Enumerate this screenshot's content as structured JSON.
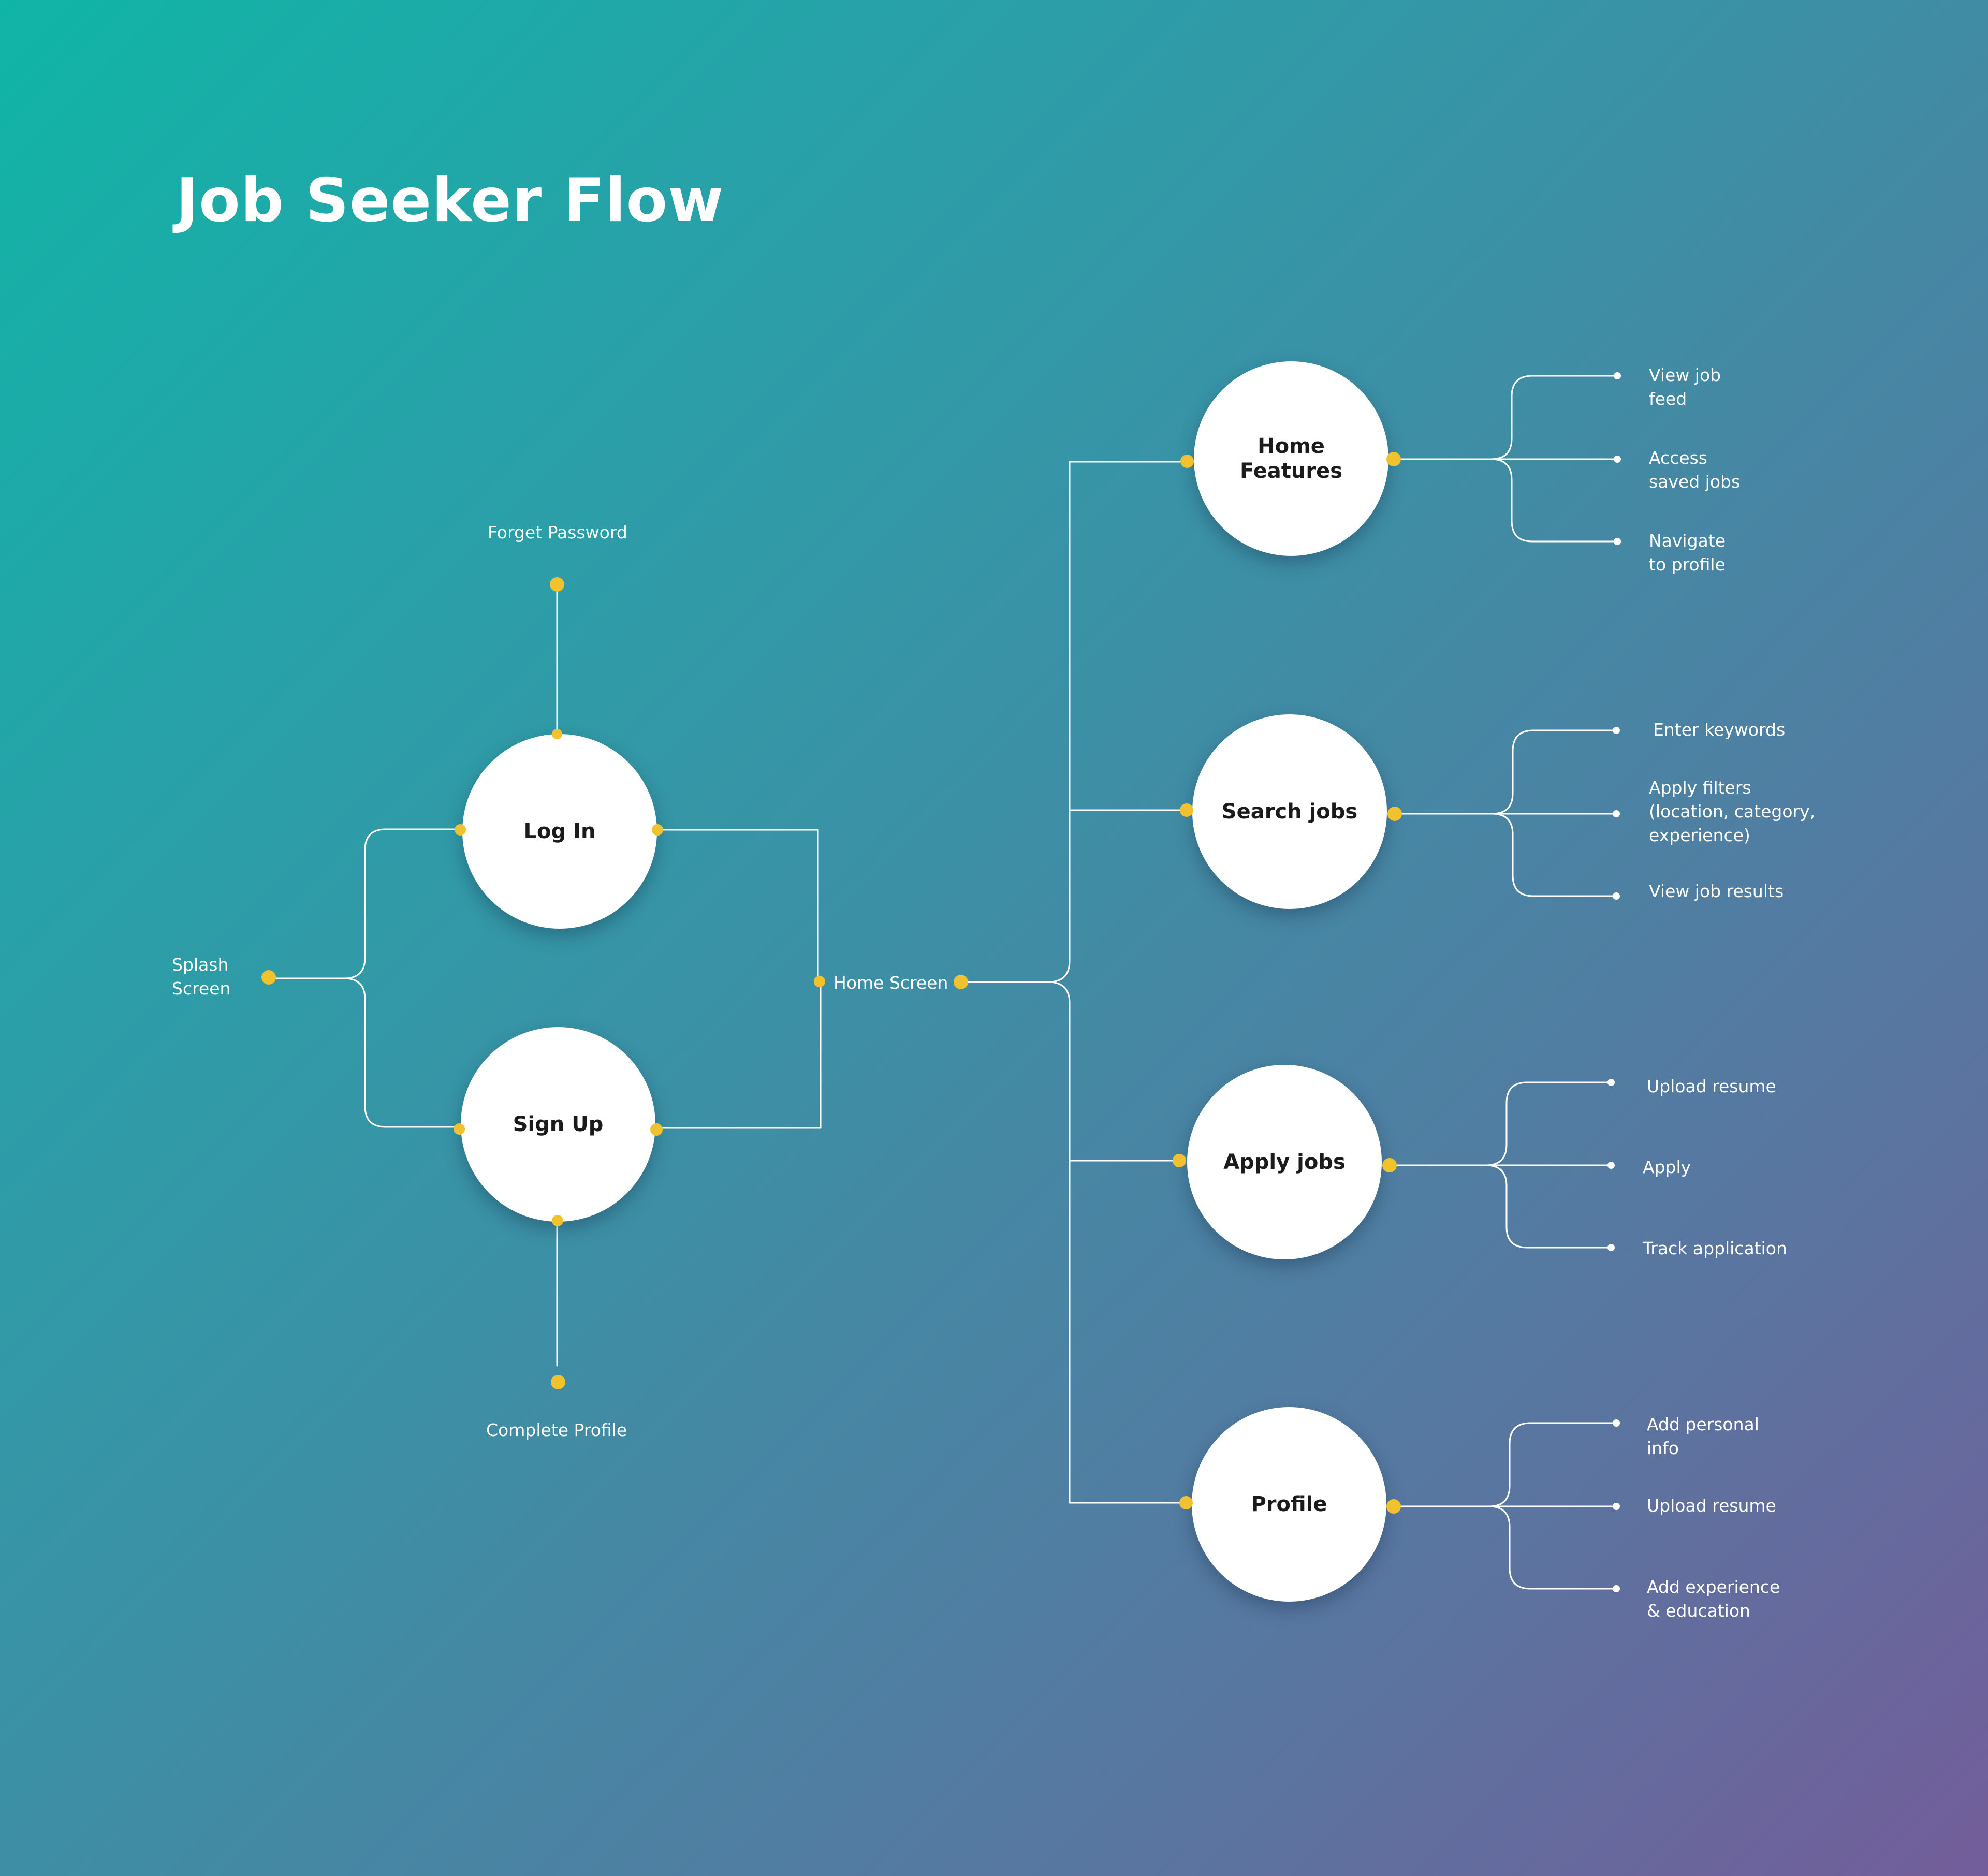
{
  "title": "Job Seeker Flow",
  "colors": {
    "connector": "#ffffff",
    "port": "#f2c12e",
    "node_fill": "#ffffff",
    "node_text": "#1b1b1b",
    "gradient": [
      "#10b5a7",
      "#3f8da5",
      "#735d9a"
    ]
  },
  "entry": {
    "splash": "Splash\nScreen",
    "forget_password": "Forget Password",
    "complete_profile": "Complete Profile",
    "home_screen": "Home Screen"
  },
  "auth_nodes": {
    "login": "Log In",
    "signup": "Sign Up"
  },
  "features": [
    {
      "label": "Home\nFeatures",
      "items": [
        "View job\nfeed",
        "Access\nsaved jobs",
        "Navigate\nto profile"
      ]
    },
    {
      "label": "Search jobs",
      "items": [
        "Enter keywords",
        "Apply filters\n(location, category,\nexperience)",
        "View job results"
      ]
    },
    {
      "label": "Apply jobs",
      "items": [
        "Upload resume",
        "Apply",
        "Track application"
      ]
    },
    {
      "label": "Profile",
      "items": [
        "Add personal\ninfo",
        "Upload resume",
        "Add experience\n& education"
      ]
    }
  ]
}
